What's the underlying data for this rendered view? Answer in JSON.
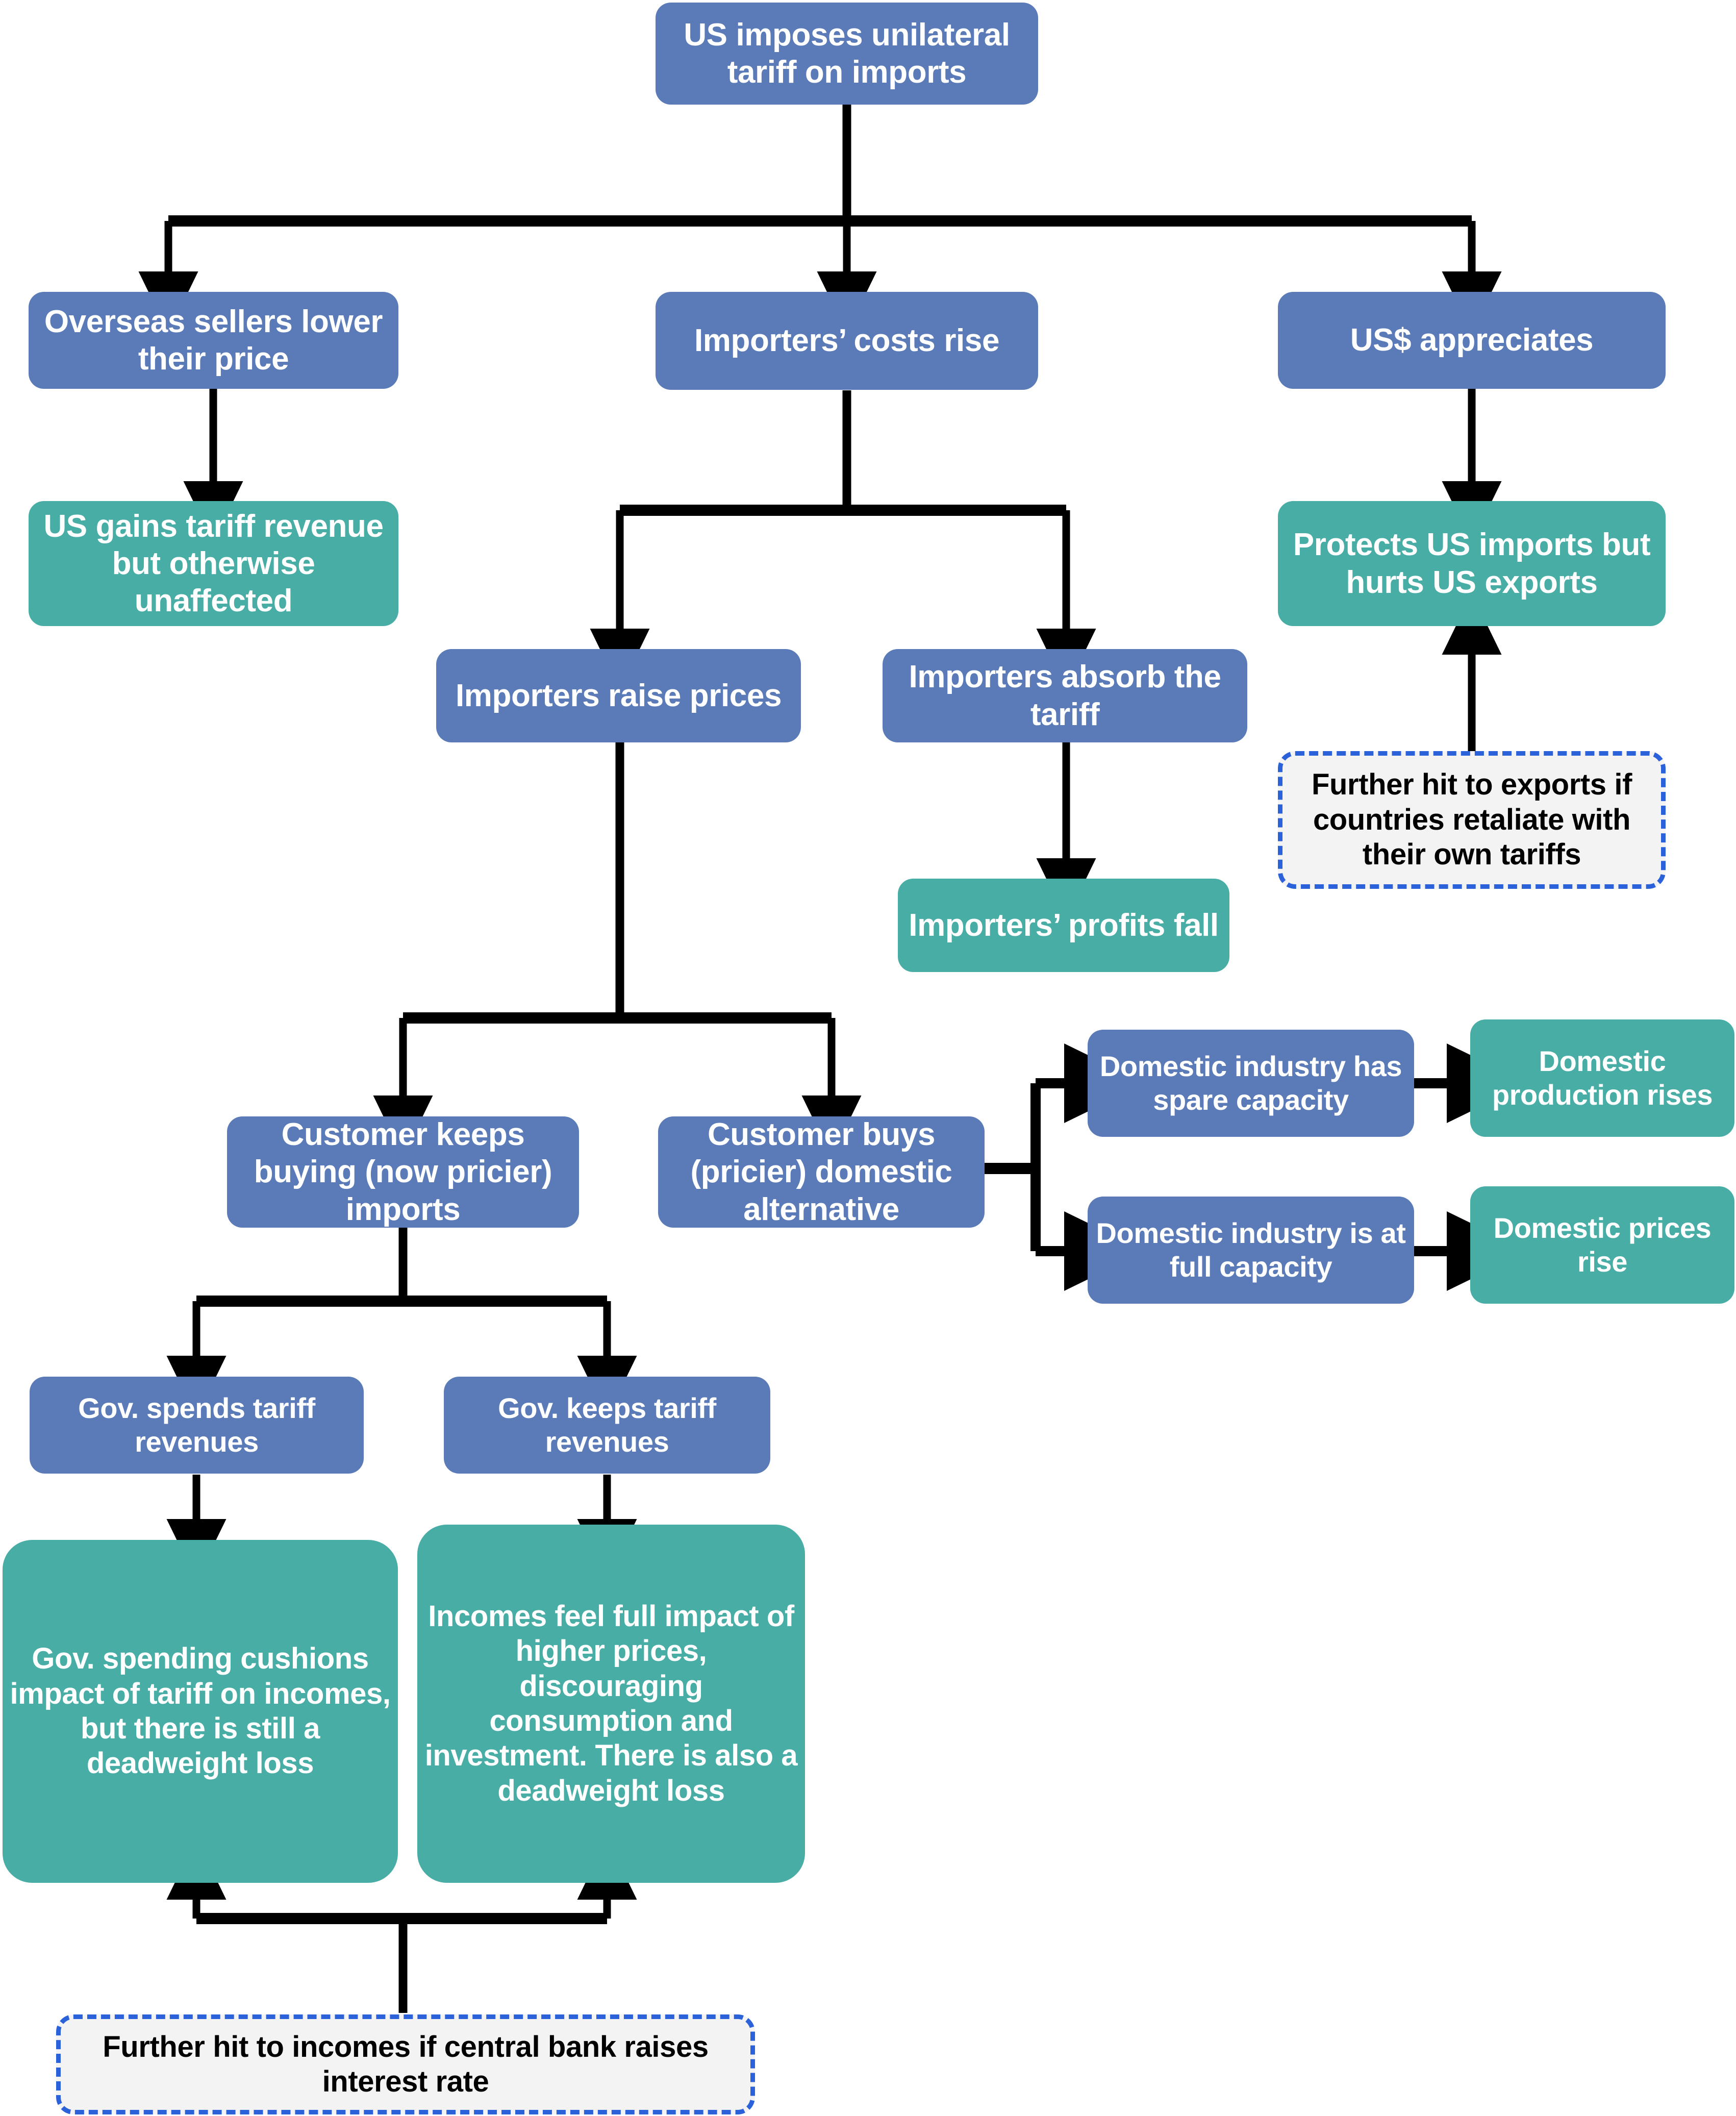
{
  "diagram": {
    "title_node": "US imposes unilateral tariff on imports",
    "palette": {
      "blue": "#5B7AB8",
      "teal": "#47ADA5",
      "dashed_border": "#2B62D9",
      "dashed_fill": "#F3F3F3",
      "arrow": "#000000",
      "node_text": "#FFFFFF",
      "note_text": "#000000",
      "background": "#FFFFFF"
    },
    "nodes": [
      {
        "id": "root",
        "kind": "blue",
        "label": "US imposes unilateral tariff on imports"
      },
      {
        "id": "overseas",
        "kind": "blue",
        "label": "Overseas sellers lower their price"
      },
      {
        "id": "importer-costs",
        "kind": "blue",
        "label": "Importers’ costs rise"
      },
      {
        "id": "usd",
        "kind": "blue",
        "label": "US$ appreciates"
      },
      {
        "id": "us-gains",
        "kind": "teal",
        "label": "US gains tariff revenue but otherwise unaffected"
      },
      {
        "id": "protects",
        "kind": "teal",
        "label": "Protects US imports but hurts US exports"
      },
      {
        "id": "raise-prices",
        "kind": "blue",
        "label": "Importers raise prices"
      },
      {
        "id": "absorb",
        "kind": "blue",
        "label": "Importers absorb the tariff"
      },
      {
        "id": "profits-fall",
        "kind": "teal",
        "label": "Importers’ profits fall"
      },
      {
        "id": "retaliate-note",
        "kind": "dashed",
        "label": "Further hit to exports if countries retaliate with their own tariffs"
      },
      {
        "id": "keeps-buying",
        "kind": "blue",
        "label": "Customer keeps buying (now pricier) imports"
      },
      {
        "id": "buys-domestic",
        "kind": "blue",
        "label": "Customer buys (pricier) domestic alternative"
      },
      {
        "id": "spare-capacity",
        "kind": "blue",
        "label": "Domestic industry has spare capacity"
      },
      {
        "id": "full-capacity",
        "kind": "blue",
        "label": "Domestic industry is at full capacity"
      },
      {
        "id": "production-rises",
        "kind": "teal",
        "label": "Domestic production rises"
      },
      {
        "id": "prices-rise",
        "kind": "teal",
        "label": "Domestic prices rise"
      },
      {
        "id": "gov-spends",
        "kind": "blue",
        "label": "Gov. spends tariff revenues"
      },
      {
        "id": "gov-keeps",
        "kind": "blue",
        "label": "Gov. keeps tariff revenues"
      },
      {
        "id": "gov-cushions",
        "kind": "teal-big",
        "label": "Gov. spending cushions impact of tariff on incomes, but there is still a deadweight loss"
      },
      {
        "id": "incomes-full",
        "kind": "teal-big",
        "label": "Incomes feel full impact of higher prices, discouraging consumption and investment. There is also a deadweight loss"
      },
      {
        "id": "interest-note",
        "kind": "dashed",
        "label": "Further hit to incomes if central bank raises interest rate"
      }
    ],
    "edges": [
      {
        "from": "root",
        "to": "overseas"
      },
      {
        "from": "root",
        "to": "importer-costs"
      },
      {
        "from": "root",
        "to": "usd"
      },
      {
        "from": "overseas",
        "to": "us-gains"
      },
      {
        "from": "usd",
        "to": "protects"
      },
      {
        "from": "importer-costs",
        "to": "raise-prices"
      },
      {
        "from": "importer-costs",
        "to": "absorb"
      },
      {
        "from": "absorb",
        "to": "profits-fall"
      },
      {
        "from": "retaliate-note",
        "to": "protects"
      },
      {
        "from": "raise-prices",
        "to": "keeps-buying"
      },
      {
        "from": "raise-prices",
        "to": "buys-domestic"
      },
      {
        "from": "buys-domestic",
        "to": "spare-capacity"
      },
      {
        "from": "buys-domestic",
        "to": "full-capacity"
      },
      {
        "from": "spare-capacity",
        "to": "production-rises"
      },
      {
        "from": "full-capacity",
        "to": "prices-rise"
      },
      {
        "from": "keeps-buying",
        "to": "gov-spends"
      },
      {
        "from": "keeps-buying",
        "to": "gov-keeps"
      },
      {
        "from": "gov-spends",
        "to": "gov-cushions"
      },
      {
        "from": "gov-keeps",
        "to": "incomes-full"
      },
      {
        "from": "interest-note",
        "to": "gov-cushions"
      },
      {
        "from": "interest-note",
        "to": "incomes-full"
      }
    ]
  }
}
